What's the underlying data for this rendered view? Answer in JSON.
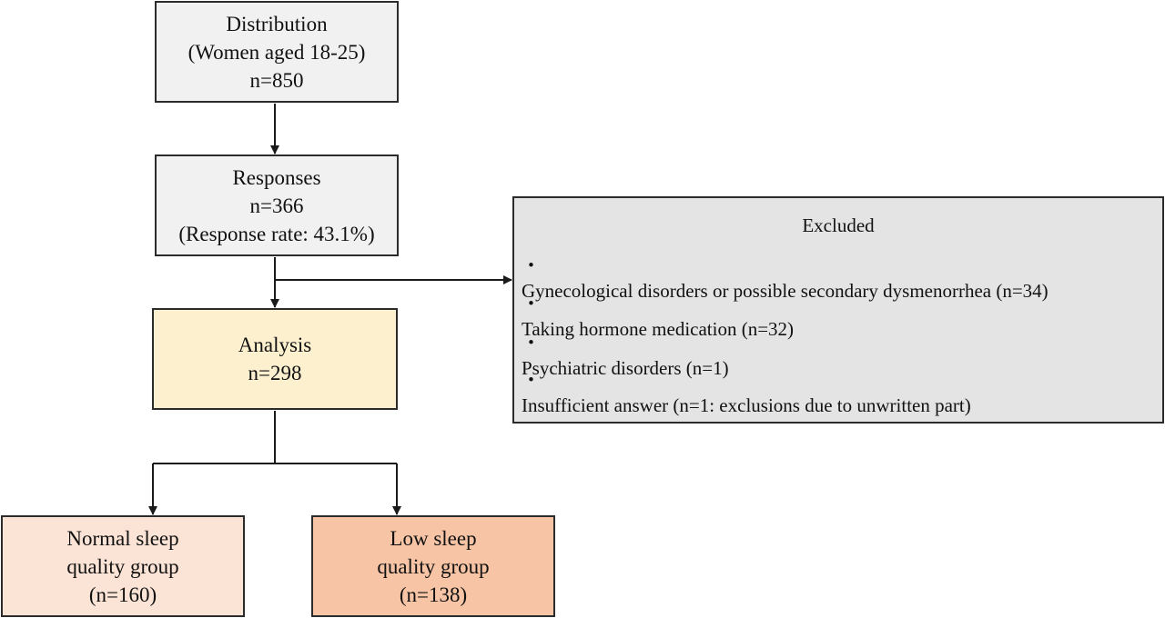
{
  "boxes": {
    "distribution": {
      "lines": [
        "Distribution",
        "(Women aged 18-25)",
        "n=850"
      ],
      "fill": "#f1f1f1"
    },
    "responses": {
      "lines": [
        "Responses",
        "n=366",
        "(Response rate: 43.1%)"
      ],
      "fill": "#f1f1f1"
    },
    "analysis": {
      "lines": [
        "Analysis",
        "n=298"
      ],
      "fill": "#fdf0cf"
    },
    "excluded": {
      "title": "Excluded",
      "bullet": "・",
      "items": [
        "Gynecological disorders or possible secondary dysmenorrhea (n=34)",
        "Taking hormone medication (n=32)",
        "Psychiatric disorders (n=1)",
        "Insufficient answer (n=1: exclusions due to unwritten part)"
      ],
      "fill": "#e4e4e4"
    },
    "normal": {
      "lines": [
        "Normal sleep",
        "quality group",
        "(n=160)"
      ],
      "fill": "#fbe3d5"
    },
    "low": {
      "lines": [
        "Low sleep",
        "quality group",
        "(n=138)"
      ],
      "fill": "#f7c4a5"
    }
  }
}
